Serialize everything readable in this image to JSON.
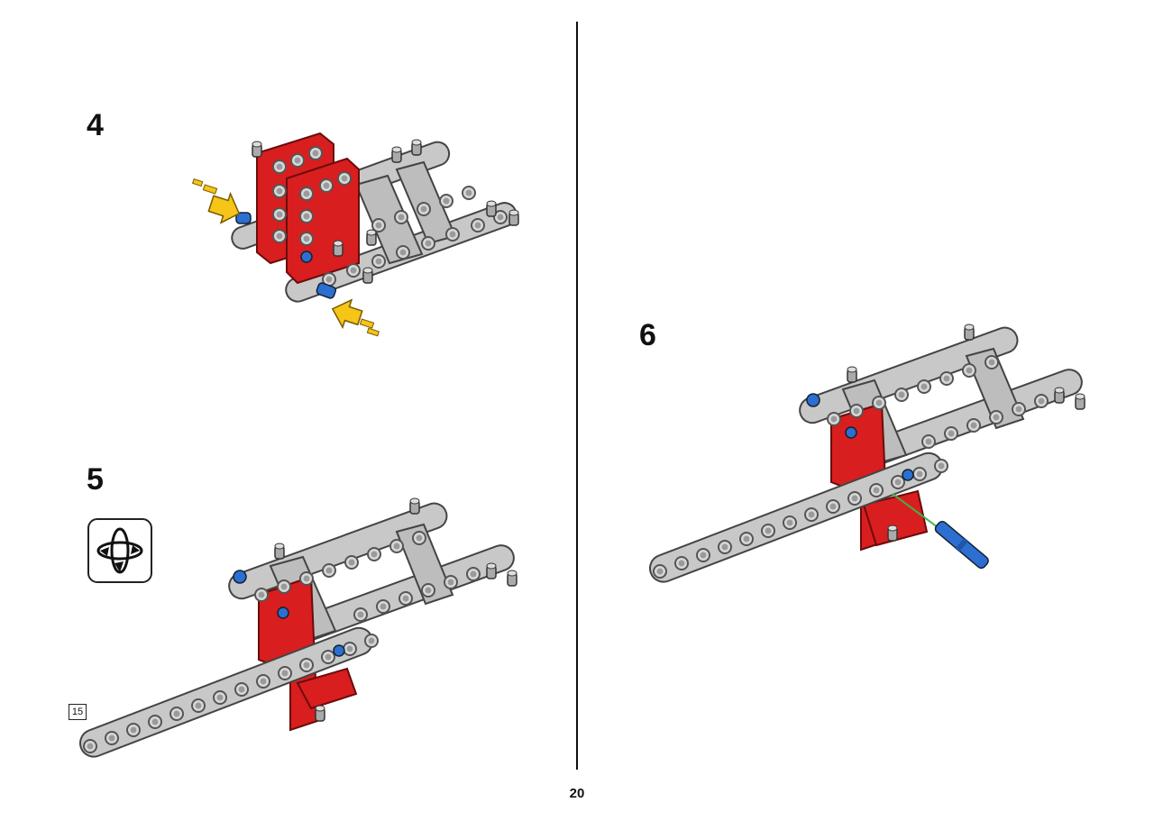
{
  "steps": [
    {
      "number": "4"
    },
    {
      "number": "5"
    },
    {
      "number": "6"
    }
  ],
  "page_number": "20",
  "part_callout": {
    "length": "15"
  },
  "icons": {
    "rotate": "rotate-model-icon",
    "insert_arrow": "yellow-insert-arrow-icon"
  },
  "colors": {
    "beam_gray": "#c8c8c8",
    "frame_red": "#d81e1e",
    "pin_blue": "#2d6fd0",
    "arrow_yellow": "#f5c518",
    "guide_green": "#3cb44b"
  }
}
